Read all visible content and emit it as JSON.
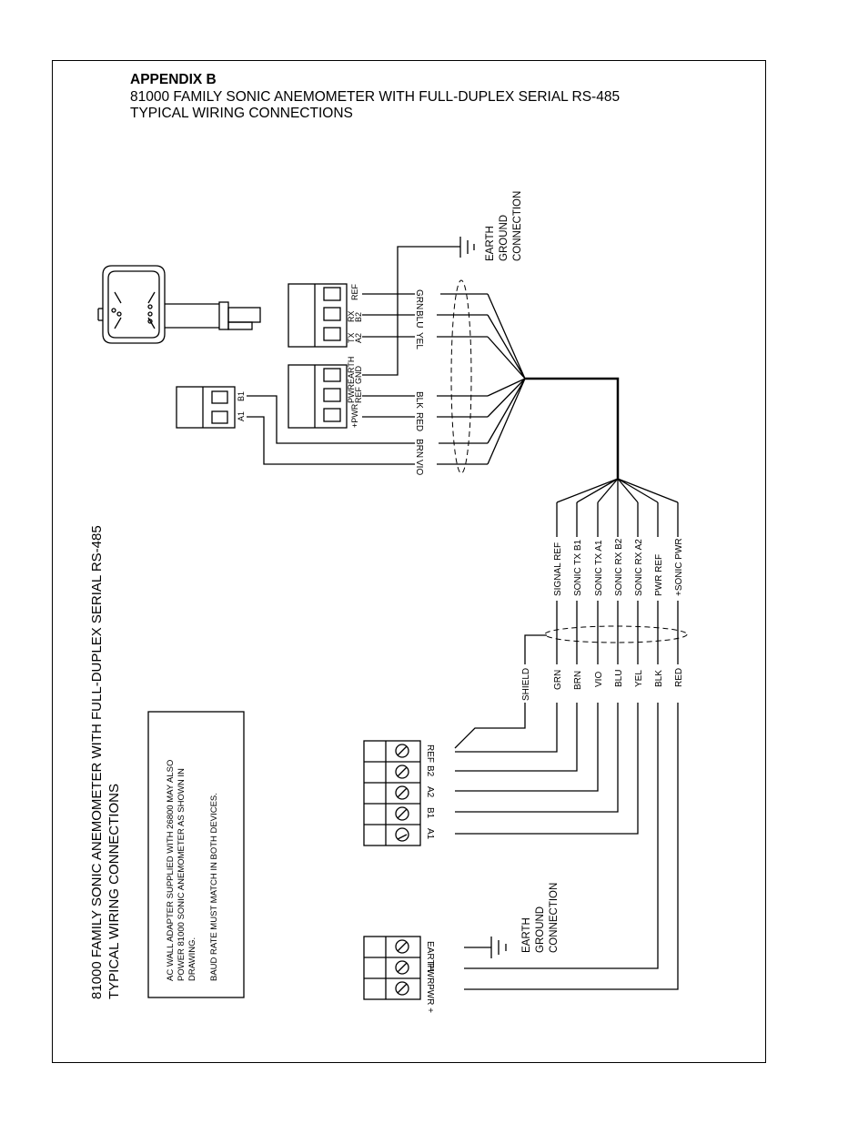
{
  "header": {
    "appendix": "APPENDIX B",
    "title_line1": "81000 FAMILY SONIC ANEMOMETER WITH FULL-DUPLEX SERIAL RS-485",
    "title_line2": "TYPICAL WIRING CONNECTIONS"
  },
  "side_title": {
    "line1": "81000 FAMILY SONIC ANEMOMETER WITH FULL-DUPLEX SERIAL RS-485",
    "line2": "TYPICAL WIRING CONNECTIONS"
  },
  "earth_top": {
    "line1": "EARTH",
    "line2": "GROUND",
    "line3": "CONNECTION"
  },
  "earth_bottom": {
    "line1": "EARTH",
    "line2": "GROUND",
    "line3": "CONNECTION"
  },
  "sensor_terminal_labels": {
    "ref": "REF",
    "rx": "RX",
    "b2": "B2",
    "tx": "TX",
    "a2": "A2",
    "earth": "EARTH",
    "gnd": "GND",
    "pwr": "PWR",
    "pwr_ref": "REF",
    "plus_pwr": "+PWR"
  },
  "small_block_labels": {
    "b1": "B1",
    "a1": "A1"
  },
  "cable_colors_top": [
    "GRN",
    "BLU",
    "YEL",
    "BLK",
    "RED",
    "BRN",
    "VIO"
  ],
  "signal_names": [
    "SIGNAL REF",
    "SONIC TX B1",
    "SONIC TX A1",
    "SONIC RX B2",
    "SONIC RX A2",
    "PWR REF",
    "+SONIC PWR"
  ],
  "cable_colors_bottom": [
    "SHIELD",
    "GRN",
    "BRN",
    "VIO",
    "BLU",
    "YEL",
    "BLK",
    "RED"
  ],
  "device_terminals_signal": [
    "REF",
    "B2",
    "A2",
    "B1",
    "A1"
  ],
  "device_terminals_power": [
    "EARTH",
    "PWR -",
    "PWR +"
  ],
  "notes": {
    "line1": "AC WALL ADAPTER SUPPLIED WITH 26800 MAY ALSO",
    "line2": "POWER 81000 SONIC ANEMOMETER AS SHOWN IN",
    "line3": "DRAWING.",
    "line4": "BAUD RATE MUST MATCH IN BOTH DEVICES."
  }
}
